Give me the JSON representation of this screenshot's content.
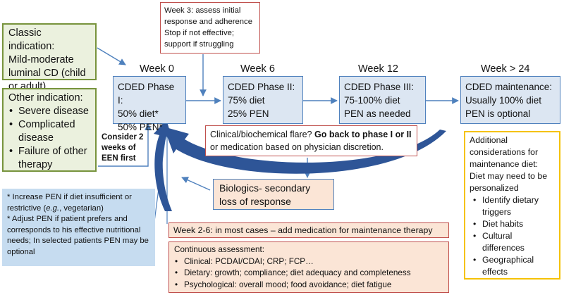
{
  "classic": {
    "title": "Classic indication:",
    "body": "Mild-moderate luminal CD (child or adult)"
  },
  "other": {
    "title": "Other indication:",
    "items": [
      "Severe disease",
      "Complicated disease",
      "Failure of other therapy"
    ]
  },
  "een_note": "Consider 2 weeks of EEN first",
  "week3": "Week 3: assess initial response and adherence Stop if not effective; support if struggling",
  "weeks": [
    "Week 0",
    "Week 6",
    "Week 12",
    "Week > 24"
  ],
  "phases": [
    {
      "title": "CDED Phase I:",
      "l1": "50% diet*",
      "l2": "50% PEN*"
    },
    {
      "title": "CDED Phase II:",
      "l1": "75% diet",
      "l2": "25% PEN"
    },
    {
      "title": "CDED Phase III:",
      "l1": "75-100% diet",
      "l2": "PEN as needed"
    },
    {
      "title": "CDED maintenance:",
      "l1": "Usually 100% diet",
      "l2": "PEN is optional"
    }
  ],
  "flare": {
    "pre": "Clinical/biochemical flare? ",
    "bold": "Go back to phase I or II",
    "post": " or medication based on physician discretion."
  },
  "biologics": "Biologics- secondary loss of response",
  "pen_note": {
    "p1a": "* Increase PEN if diet insufficient or restrictive (",
    "p1i": "e.g.",
    "p1b": ", vegetarian)",
    "p2": "* Adjust PEN if patient prefers and corresponds to his effective nutritional needs; In selected patients PEN may be optional"
  },
  "week26": "Week 2-6: in most cases – add medication for maintenance therapy",
  "assessment": {
    "title": "Continuous assessment:",
    "items": [
      "Clinical: PCDAI/CDAI; CRP; FCP…",
      "Dietary: growth; compliance; diet adequacy and completeness",
      "Psychological: overall mood; food avoidance; diet fatigue"
    ]
  },
  "maintenance": {
    "intro": "Additional considerations for maintenance diet:",
    "sub": "Diet may need to be personalized",
    "items": [
      "Identify dietary triggers",
      "Diet habits",
      "Cultural differences",
      "Geographical effects"
    ]
  },
  "colors": {
    "green_border": "#77933c",
    "green_fill": "#ebf1de",
    "blue_border": "#4f81bd",
    "blue_fill": "#dce6f2",
    "red_border": "#c0504d",
    "peach_fill": "#fbe5d6",
    "yellow_border": "#f5c200",
    "arrow_blue": "#2e5597",
    "note_fill": "#c6dcf0"
  }
}
